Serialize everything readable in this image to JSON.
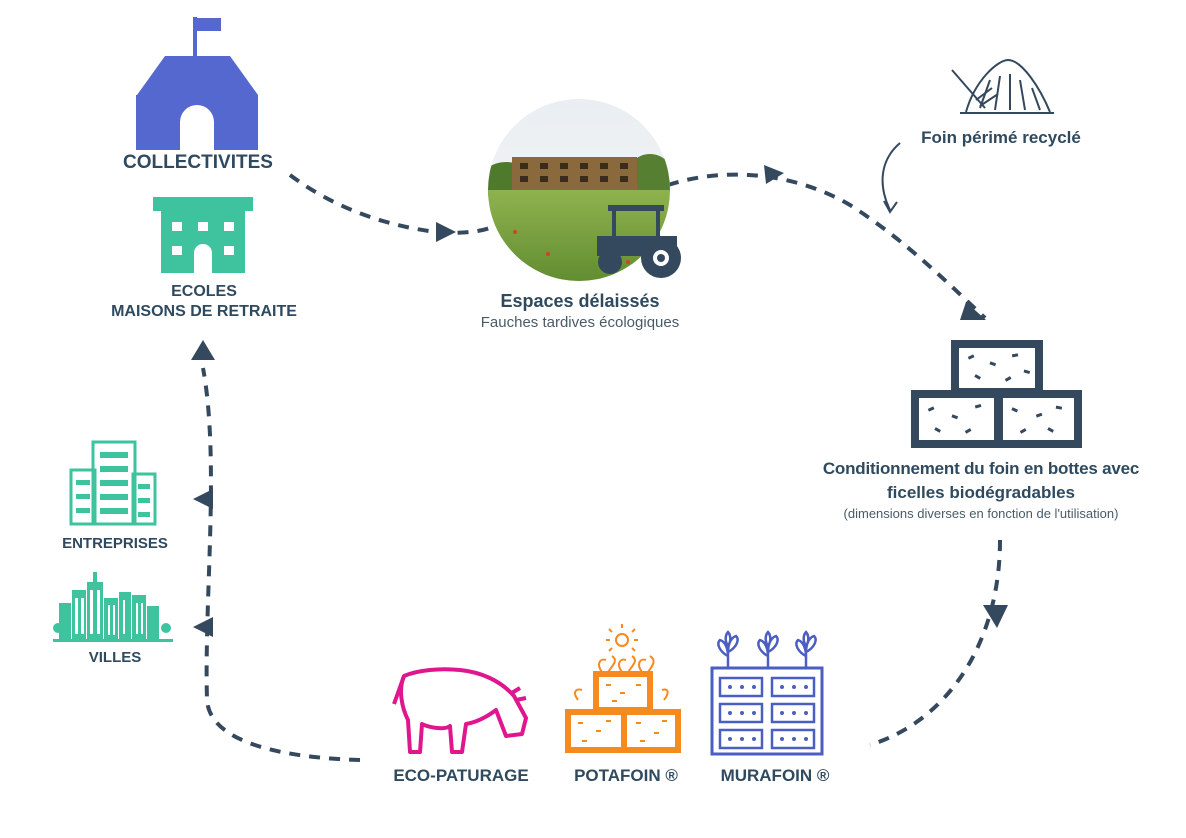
{
  "colors": {
    "navy": "#2f4a5f",
    "dash": "#34495e",
    "blue_school": "#5568cf",
    "teal": "#3fc39f",
    "magenta": "#e0168f",
    "orange": "#f58a1f",
    "indigo": "#4b5ec2",
    "grass": "#6f9a3a"
  },
  "icons": {
    "collectivites": "town-hall-icon",
    "ecoles": "school-building-icon",
    "entreprises": "office-buildings-icon",
    "villes": "city-skyline-icon",
    "espaces": "meadow-tractor-icon",
    "foin": "haystack-pitchfork-icon",
    "bottes": "hay-bales-icon",
    "eco": "cow-icon",
    "potafoin": "planted-hay-bales-icon",
    "murafoin": "green-wall-icon"
  },
  "nodes": {
    "collectivites": {
      "label": "COLLECTIVITES"
    },
    "ecoles": {
      "line1": "ECOLES",
      "line2": "MAISONS DE RETRAITE"
    },
    "espaces": {
      "title": "Espaces délaissés",
      "subtitle": "Fauches tardives écologiques"
    },
    "foin": {
      "label": "Foin périmé recyclé"
    },
    "conditionnement": {
      "line1": "Conditionnement du foin en bottes avec",
      "line2": "ficelles biodégradables",
      "line3": "(dimensions diverses en fonction de l'utilisation)"
    },
    "entreprises": {
      "label": "ENTREPRISES"
    },
    "villes": {
      "label": "VILLES"
    },
    "eco": {
      "label": "ECO-PATURAGE"
    },
    "potafoin": {
      "label": "POTAFOIN ®"
    },
    "murafoin": {
      "label": "MURAFOIN ®"
    }
  }
}
